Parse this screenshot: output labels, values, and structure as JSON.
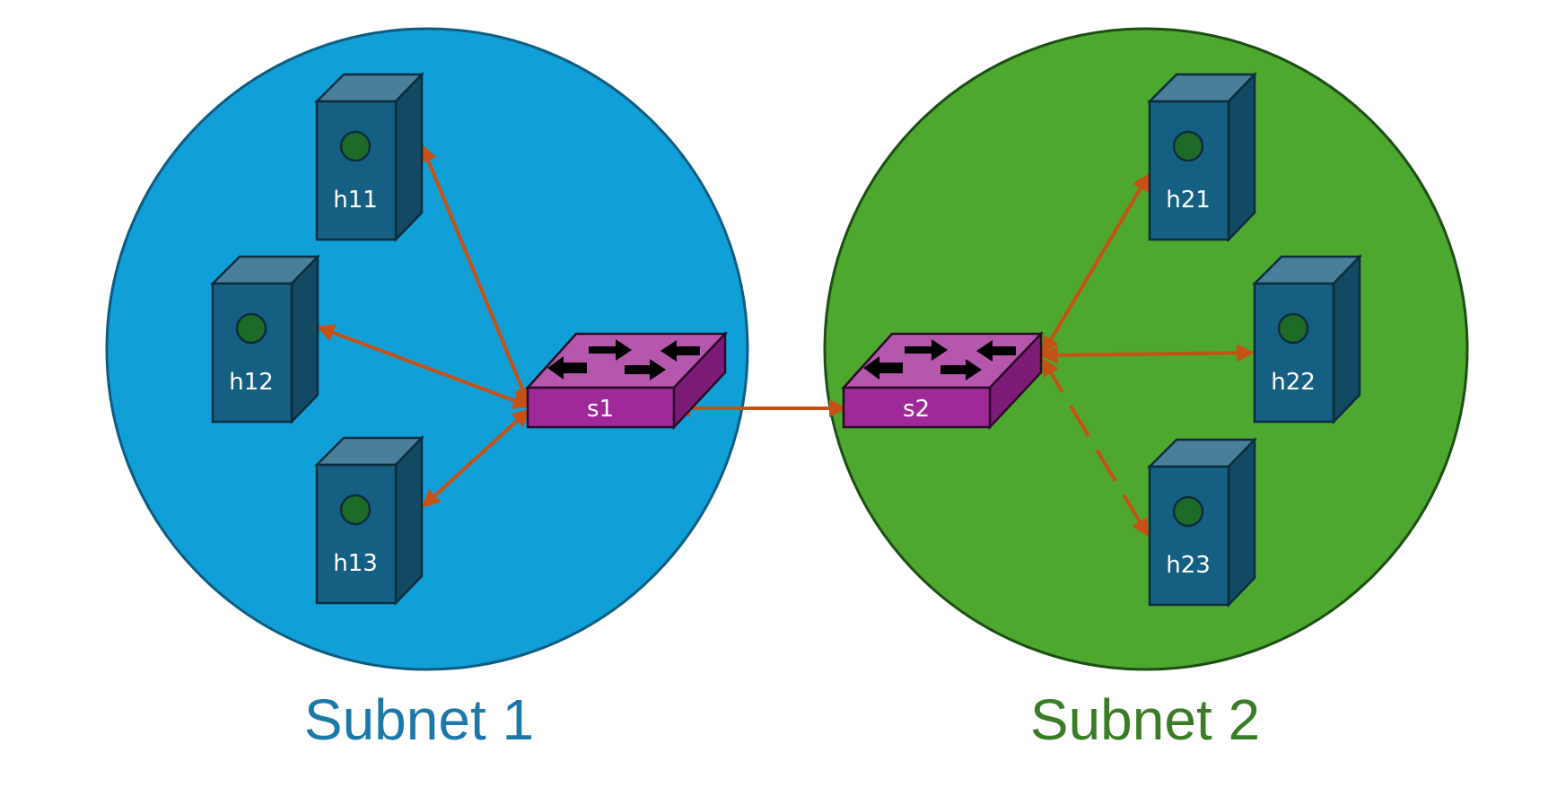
{
  "colors": {
    "subnet1_fill": "#119fd8",
    "subnet1_stroke": "#0e5d80",
    "subnet2_fill": "#4ea72e",
    "subnet2_stroke": "#1d4f14",
    "subnet1_label": "#1a79a8",
    "subnet2_label": "#3b7d26",
    "host_front": "#156082",
    "host_top": "#4a7f9b",
    "host_side": "#124a64",
    "host_led": "#1e6b28",
    "switch_front": "#a0299a",
    "switch_top": "#b558ad",
    "switch_side": "#7c1c77",
    "link": "#c55115"
  },
  "subnets": [
    {
      "label": "Subnet 1"
    },
    {
      "label": "Subnet 2"
    }
  ],
  "hosts": {
    "h11": "h11",
    "h12": "h12",
    "h13": "h13",
    "h21": "h21",
    "h22": "h22",
    "h23": "h23"
  },
  "switches": {
    "s1": "s1",
    "s2": "s2"
  },
  "links": [
    {
      "from": "s1",
      "to": "h11",
      "style": "solid"
    },
    {
      "from": "s1",
      "to": "h12",
      "style": "solid"
    },
    {
      "from": "s1",
      "to": "h13",
      "style": "solid"
    },
    {
      "from": "s1",
      "to": "s2",
      "style": "solid"
    },
    {
      "from": "s2",
      "to": "h21",
      "style": "solid"
    },
    {
      "from": "s2",
      "to": "h22",
      "style": "solid"
    },
    {
      "from": "s2",
      "to": "h23",
      "style": "dashed"
    }
  ]
}
